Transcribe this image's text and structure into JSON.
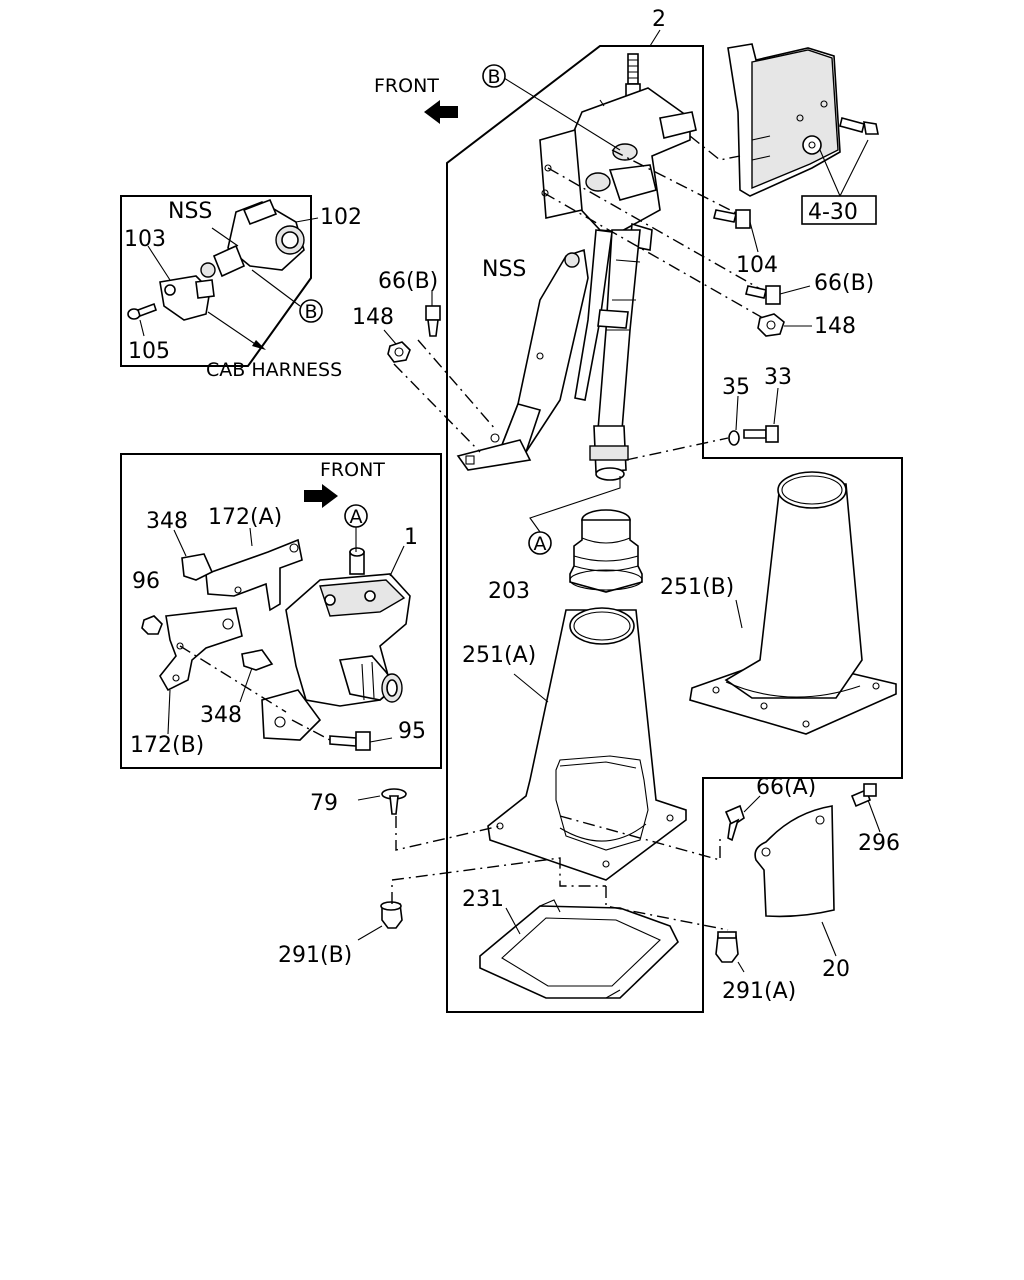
{
  "labels": {
    "front_top": "FRONT",
    "front_inset": "FRONT",
    "cab_harness": "CAB HARNESS",
    "ref_b_top": "B",
    "ref_b_inset": "B",
    "ref_a_main": "A",
    "ref_a_inset": "A",
    "nss_inset": "NSS",
    "nss_main": "NSS",
    "ref_4_30": "4-30",
    "p2": "2",
    "p102": "102",
    "p103": "103",
    "p105": "105",
    "p104": "104",
    "p66b_left": "66(B)",
    "p66b_right": "66(B)",
    "p148_left": "148",
    "p148_right": "148",
    "p35": "35",
    "p33": "33",
    "p203": "203",
    "p251a": "251(A)",
    "p251b": "251(B)",
    "p348_top": "348",
    "p172a": "172(A)",
    "p1": "1",
    "p96": "96",
    "p348_bottom": "348",
    "p172b": "172(B)",
    "p95": "95",
    "p79": "79",
    "p66a": "66(A)",
    "p296": "296",
    "p231": "231",
    "p291b": "291(B)",
    "p291a": "291(A)",
    "p20": "20"
  }
}
